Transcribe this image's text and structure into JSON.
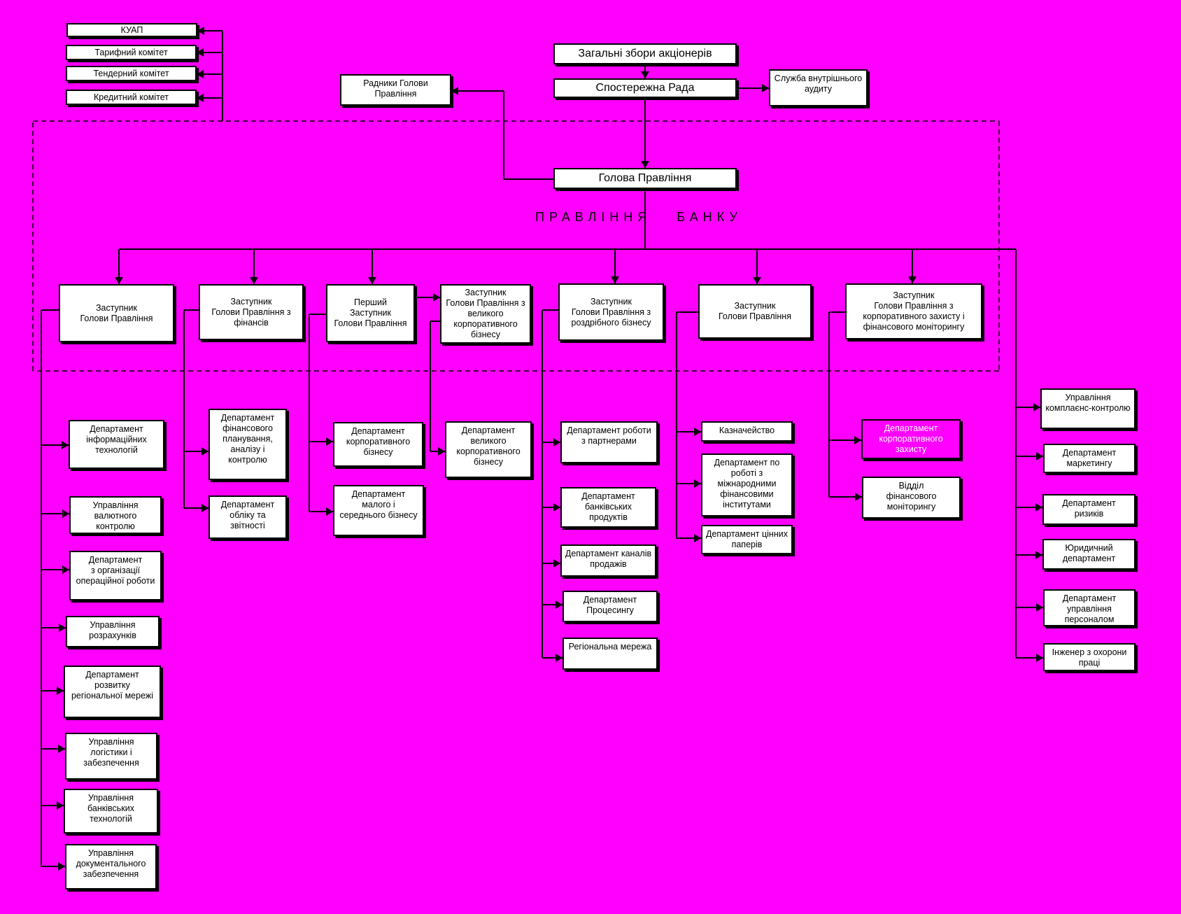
{
  "colors": {
    "background": "#ff00ff",
    "box": "#ffffff",
    "line": "#000000",
    "accent_box": "#ff00ff"
  },
  "board_label": "ПРАВЛІННЯ   БАНКУ",
  "committees": [
    "КУАП",
    "Тарифний комітет",
    "Тендерний комітет",
    "Кредитний комітет"
  ],
  "top": {
    "shareholders": "Загальні збори акціонерів",
    "supervisory": "Спостережна Рада",
    "audit": "Служба внутрішнього\nаудиту",
    "advisors": "Радники Голови\nПравління",
    "chairman": "Голова Правління"
  },
  "deputies": [
    "Заступник\nГолови Правління",
    "Заступник\nГолови Правління з\nфінансів",
    "Перший\nЗаступник\nГолови Правління",
    "Заступник\nГолови Правління з\nвеликого\nкорпоративного\nбізнесу",
    "Заступник\nГолови Правління з\nроздрібного бізнесу",
    "Заступник\nГолови Правління",
    "Заступник\nГолови Правління з\nкорпоративного захисту і\nфінансового моніторингу"
  ],
  "col1": [
    "Департамент\nінформаційних\nтехнологій",
    "Управління\nвалютного\nконтролю",
    "Департамент\nз організації\nопераційної роботи",
    "Управління\nрозрахунків",
    "Департамент\nрозвитку\nрегіональної мережі",
    "Управління\nлогістики і\nзабезпечення",
    "Управління\nбанківських\nтехнологій",
    "Управління\nдокументального\nзабезпечення"
  ],
  "col2": [
    "Департамент\nфінансового\nпланування,\nаналізу  і\nконтролю",
    "Департамент\nобліку та\nзвітності"
  ],
  "col3": [
    "Департамент\nкорпоративного\nбізнесу",
    "Департамент\nмалого і\nсереднього бізнесу"
  ],
  "col4": [
    "Департамент\nвеликого\nкорпоративного\nбізнесу"
  ],
  "col5": [
    "Департамент роботи\nз партнерами",
    "Департамент\nбанківських\nпродуктів",
    "Департамент каналів\nпродажів",
    "Департамент\nПроцесингу",
    "Регіональна мережа"
  ],
  "col6": [
    "Казначейство",
    "Департамент по\nроботі з\nміжнародними\nфінансовими\nінститутами",
    "Департамент цінних\nпаперів"
  ],
  "col7": [
    "Департамент\nкорпоративного\nзахисту",
    "Відділ\nфінансового\nмоніторингу"
  ],
  "col8": [
    "Управління\nкомплаєнс-контролю",
    "Департамент\nмаркетингу",
    "Департамент\nризиків",
    "Юридичний\nдепартамент",
    "Департамент\nуправління\nперсоналом",
    "Інженер з охорони\nпраці"
  ]
}
